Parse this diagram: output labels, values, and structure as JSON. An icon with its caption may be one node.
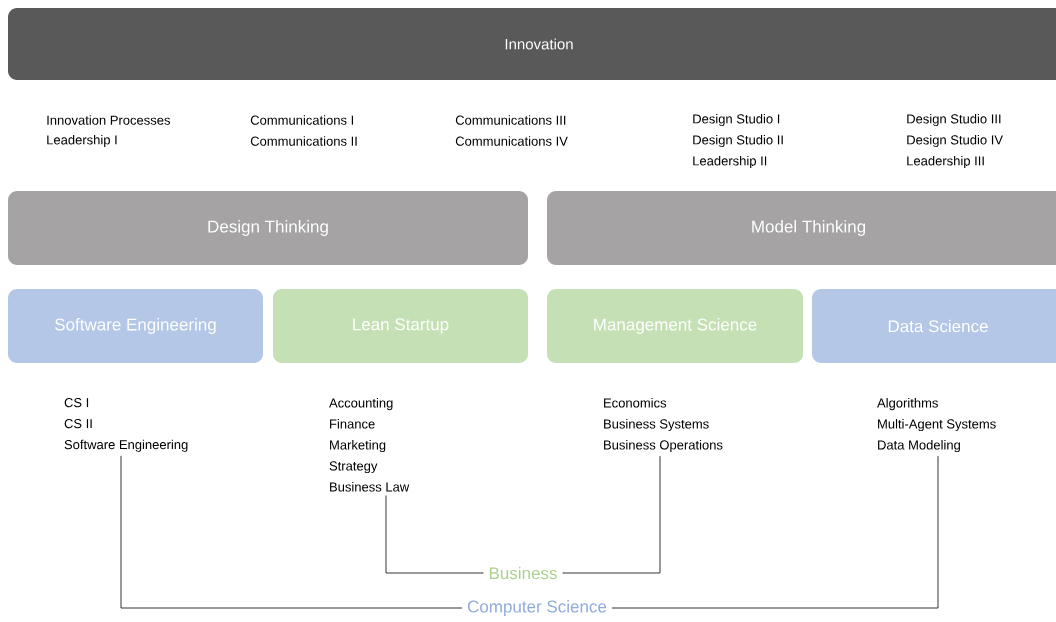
{
  "diagram": {
    "nodes": [
      {
        "text": [
          "Innovation"
        ]
      },
      {
        "text": [
          "Design Thinking"
        ]
      },
      {
        "text": [
          "Model Thinking"
        ]
      },
      {
        "text": [
          "Software Engineering"
        ]
      },
      {
        "text": [
          "Lean Startup"
        ]
      },
      {
        "text": [
          "Management Science"
        ]
      },
      {
        "text": [
          "Data Science"
        ]
      },
      {
        "text": [
          "CS I",
          "CS II",
          "Software Engineering"
        ]
      },
      {
        "text": [
          "Accounting",
          "Finance",
          "Marketing",
          "Strategy",
          "Business Law"
        ]
      },
      {
        "text": [
          "Economics",
          "Business Systems",
          "Business Operations"
        ]
      },
      {
        "text": [
          "Algorithms",
          "Multi-Agent Systems",
          "Data Modeling"
        ]
      },
      {
        "text": [
          "Business"
        ]
      },
      {
        "text": [
          "Computer Science"
        ]
      }
    ],
    "edges": [
      {
        "from": 7,
        "to": 12,
        "arrow": "none"
      },
      {
        "from": 10,
        "to": 12,
        "arrow": "none"
      },
      {
        "from": 8,
        "to": 11,
        "arrow": "none"
      },
      {
        "from": 9,
        "to": 11,
        "arrow": "none"
      }
    ],
    "labels": [
      "Innovation Processes",
      "Leadership I",
      "Communications I",
      "Communications II",
      "Communications III",
      "Communications IV",
      "Design Studio I",
      "Design Studio II",
      "Leadership II",
      "Design Studio III",
      "Design Studio IV",
      "Leadership III"
    ]
  }
}
